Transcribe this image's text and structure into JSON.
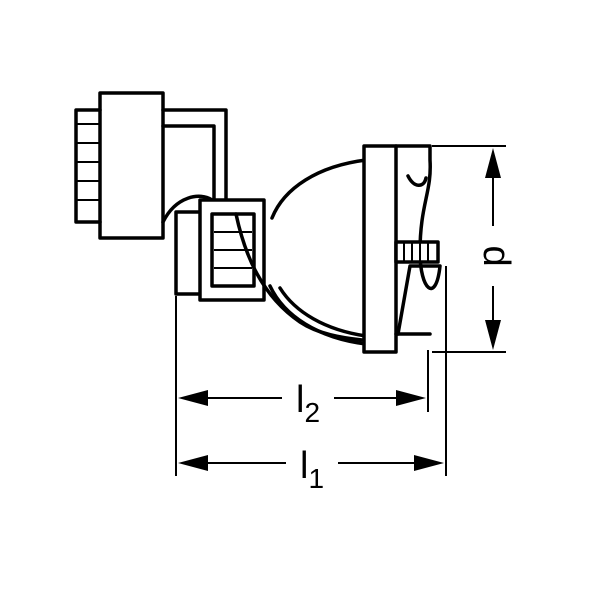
{
  "dimensions": {
    "d": {
      "label": "d"
    },
    "l2": {
      "main": "l",
      "sub": "2"
    },
    "l1": {
      "main": "l",
      "sub": "1"
    }
  },
  "colors": {
    "line": "#000000",
    "background": "#ffffff"
  }
}
